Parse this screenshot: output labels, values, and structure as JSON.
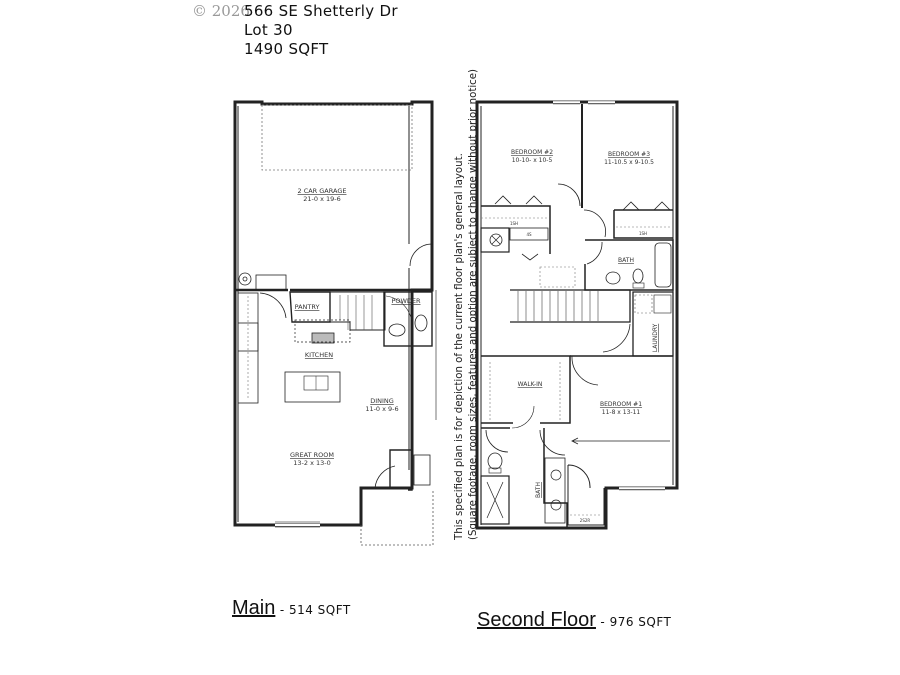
{
  "header": {
    "copyright": "© 2026",
    "address": "566 SE Shetterly Dr",
    "lot": "Lot 30",
    "total_sqft": "1490 SQFT"
  },
  "disclaimer": {
    "line1": "This specified plan is for depiction of the current floor plan's general layout.",
    "line2": "(Square footage, room sizes, features and option are subject to change without prior notice)"
  },
  "main_floor": {
    "caption_name": "Main",
    "caption_sqft": "- 514 SQFT",
    "rooms": {
      "garage": {
        "name": "2 CAR GARAGE",
        "size": "21-0 x 19-6"
      },
      "pantry": {
        "name": "PANTRY"
      },
      "powder": {
        "name": "POWDER"
      },
      "kitchen": {
        "name": "KITCHEN"
      },
      "dining": {
        "name": "DINING",
        "size": "11-0 x 9-6"
      },
      "great_room": {
        "name": "GREAT ROOM",
        "size": "13-2 x 13-0"
      }
    }
  },
  "second_floor": {
    "caption_name": "Second Floor",
    "caption_sqft": "- 976 SQFT",
    "rooms": {
      "bedroom2": {
        "name": "BEDROOM #2",
        "size": "10-10- x 10-5"
      },
      "bedroom3": {
        "name": "BEDROOM #3",
        "size": "11-10.5 x 9-10.5"
      },
      "bath": {
        "name": "BATH"
      },
      "laundry": {
        "name": "LAUNDRY"
      },
      "walk_in": {
        "name": "WALK-IN"
      },
      "bedroom1": {
        "name": "BEDROOM #1",
        "size": "11-8 x 13-11"
      },
      "master_bath": {
        "name": "BATH"
      },
      "shelf_label_a": "1SH",
      "shelf_label_b": "1SH",
      "shelf_label_c": "4S",
      "shelf_label_d": "2S2R"
    }
  }
}
